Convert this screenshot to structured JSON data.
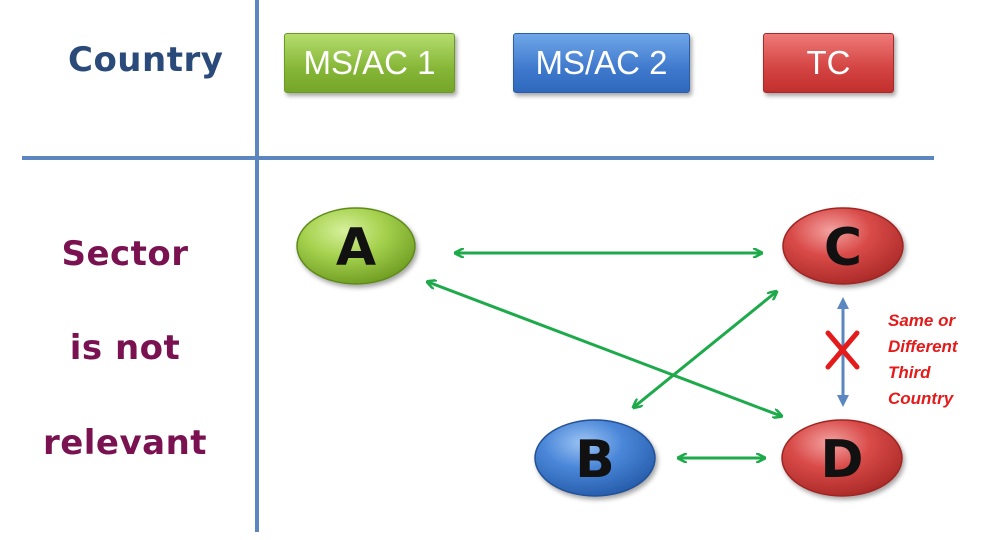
{
  "headers": {
    "country": "Country",
    "sector_lines": [
      "Sector",
      "is not",
      "relevant"
    ]
  },
  "legend": {
    "ms_ac_1": "MS/AC 1",
    "ms_ac_2": "MS/AC 2",
    "tc": "TC"
  },
  "nodes": {
    "a": "A",
    "b": "B",
    "c": "C",
    "d": "D"
  },
  "note_lines": [
    "Same or",
    "Different",
    "Third",
    "Country"
  ],
  "colors": {
    "ms_ac_1": "#8dc63f",
    "ms_ac_2": "#4a86d8",
    "tc": "#d84a48",
    "arrow": "#1daa4a",
    "grid_line": "#5b86c0",
    "cross": "#e41b1b",
    "country_text": "#2a4b7a",
    "sector_text": "#7a1252"
  },
  "icons": {
    "blocked_link": "red-cross-icon",
    "arrows": "double-headed-arrow-icon"
  }
}
